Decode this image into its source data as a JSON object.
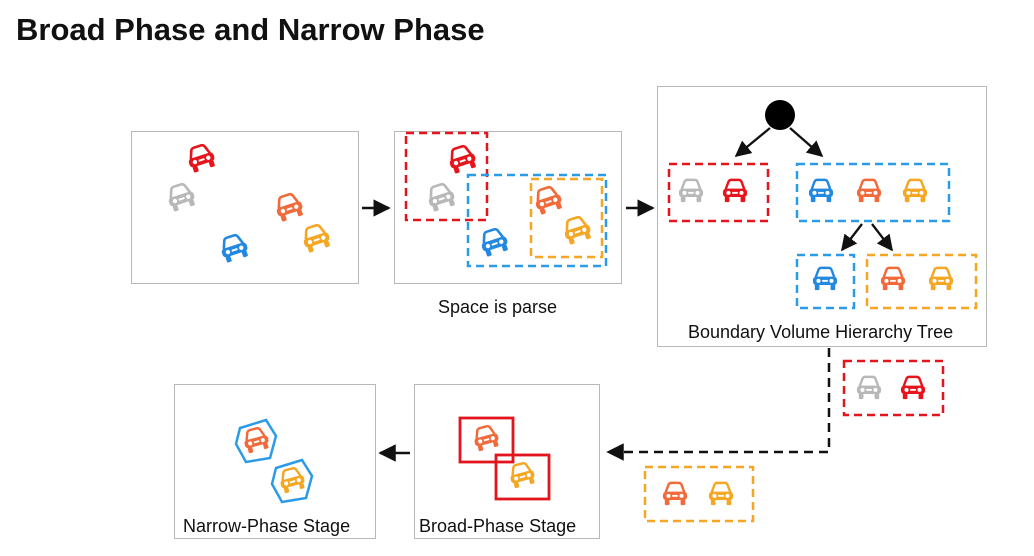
{
  "title": "Broad Phase and Narrow Phase",
  "labels": {
    "space_parse": "Space is parse",
    "bvh_tree": "Boundary Volume Hierarchy Tree",
    "broad_phase": "Broad-Phase Stage",
    "narrow_phase": "Narrow-Phase Stage"
  },
  "colors": {
    "red": "#e8141c",
    "gray": "#b8b8b8",
    "orange": "#f26a3a",
    "yellow": "#f5a623",
    "blue": "#2389e0",
    "box_red": "#e3151c",
    "box_blue": "#2b9be8",
    "box_orange": "#f5a623",
    "arrow": "#111111",
    "panel_border": "#b8b8b8"
  },
  "icons": {
    "car": "car-front-icon",
    "root_node": "tree-root-node-icon"
  }
}
